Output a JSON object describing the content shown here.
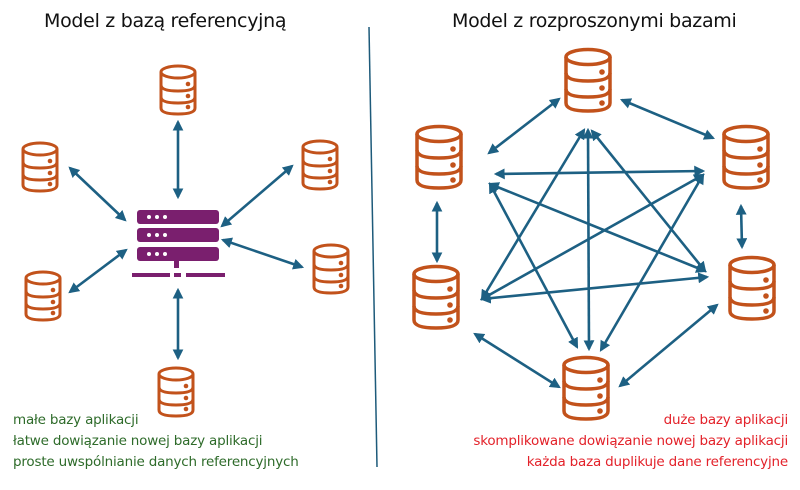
{
  "colors": {
    "database": "#c2521b",
    "server": "#7a1f6e",
    "arrow": "#1d6083",
    "divider": "#1d5a7a",
    "pros_text": "#2e6b2a",
    "cons_text": "#e3222a"
  },
  "left_panel": {
    "title": "Model z bazą referencyjną",
    "center_icon": "server-icon",
    "database_count": 6,
    "notes": [
      "małe bazy aplikacji",
      "łatwe dowiązanie nowej bazy aplikacji",
      "proste uwspólnianie danych referencyjnych"
    ]
  },
  "right_panel": {
    "title": "Model z rozproszonymi bazami",
    "database_count": 6,
    "notes": [
      "duże bazy aplikacji",
      "skomplikowane dowiązanie nowej bazy aplikacji",
      "każda baza duplikuje dane referencyjne"
    ]
  }
}
